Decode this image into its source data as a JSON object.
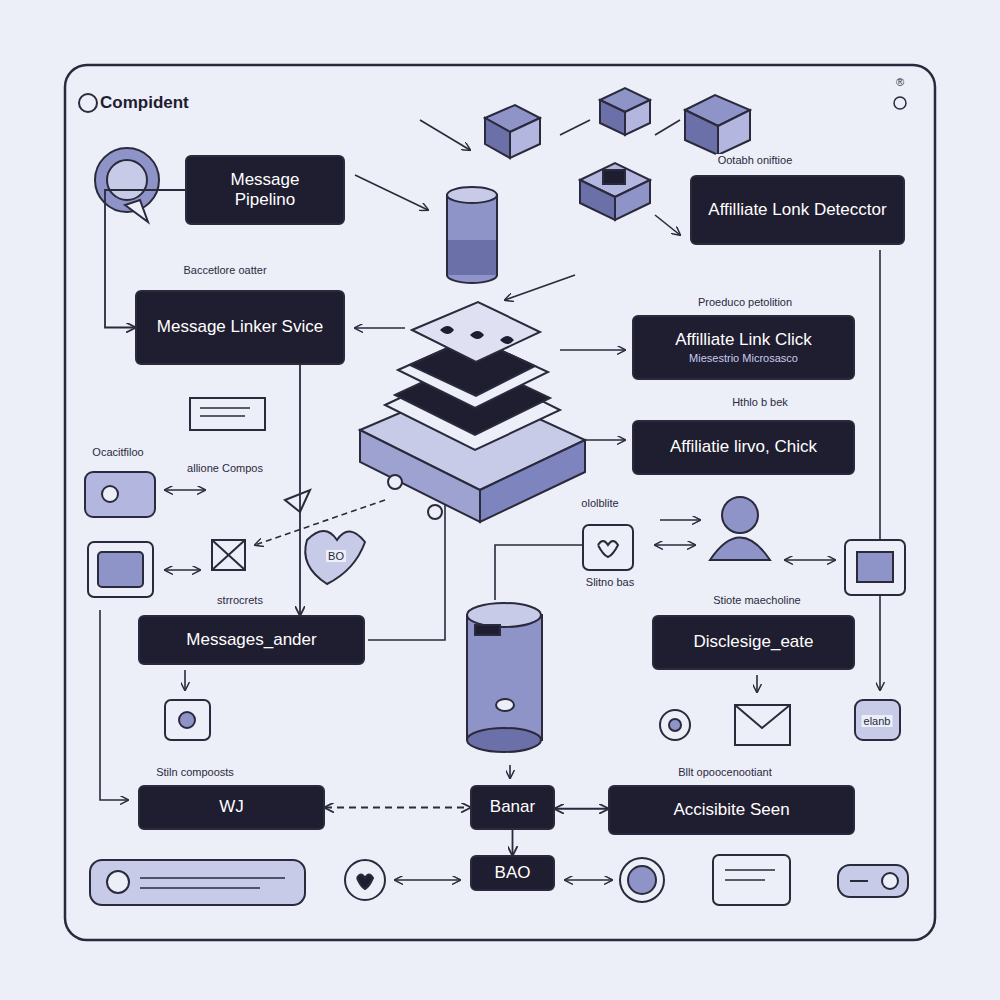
{
  "diagram": {
    "title": "Compident",
    "nodes": [
      {
        "text": [
          "Message Pipelino"
        ]
      },
      {
        "text": [
          "Message Linker Svice"
        ]
      },
      {
        "text": [
          "Affilliate Lonk Detecctor"
        ]
      },
      {
        "text": [
          "Affilliate Link Click",
          "Miesestrio Microsasco"
        ]
      },
      {
        "text": [
          "Affiliatie lirvo, Chick"
        ]
      },
      {
        "text": [
          "Messages_ander"
        ]
      },
      {
        "text": [
          "Disclesige_eate"
        ]
      },
      {
        "text": [
          "WJ"
        ]
      },
      {
        "text": [
          "Banar"
        ]
      },
      {
        "text": [
          "Accisibite Seen"
        ]
      },
      {
        "text": [
          "BAO"
        ]
      }
    ],
    "edges": [
      {
        "from": 0,
        "to": 1,
        "arrow": "to"
      },
      {
        "from": 1,
        "to": 5,
        "arrow": "to"
      },
      {
        "from": 7,
        "to": 8,
        "arrow": "both"
      },
      {
        "from": 8,
        "to": 9,
        "arrow": "both"
      },
      {
        "from": 8,
        "to": 10,
        "arrow": "to"
      }
    ],
    "labels": [
      "Ootabh oniftioe",
      "Baccetlore oatter",
      "Proeduco petolition",
      "Hthlo b bek",
      "Ocacitfiloo",
      "allione Compos",
      "ololblite",
      "Slitno bas",
      "strrocrets",
      "Stiote maecholine",
      "elanb",
      "Stiln compoosts",
      "Bllt opoocenootiant",
      "BO",
      "®"
    ]
  }
}
